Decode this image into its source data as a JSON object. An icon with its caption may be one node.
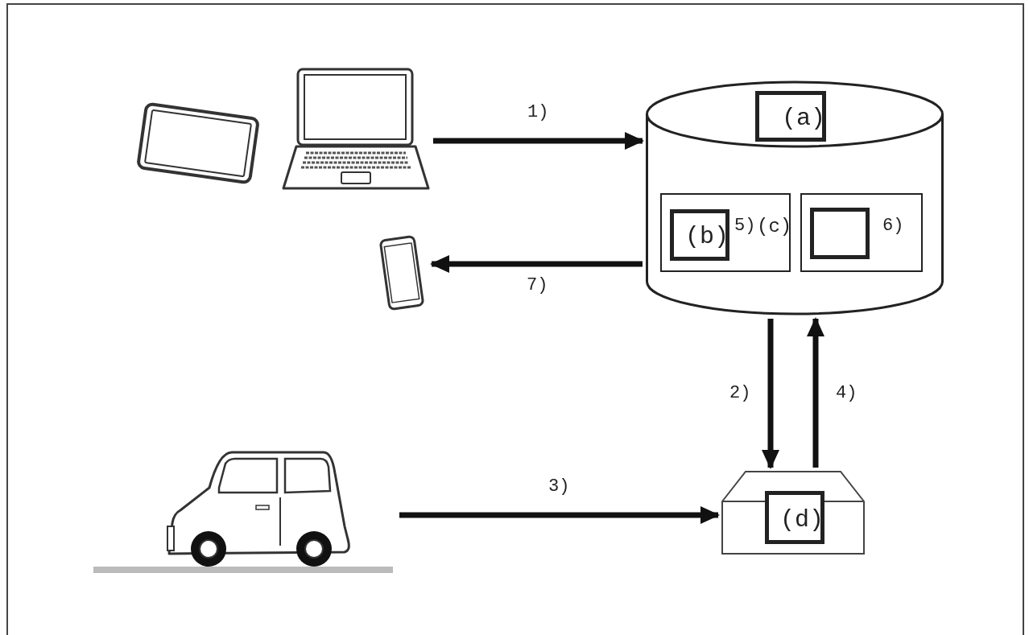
{
  "diagram": {
    "nodes": [
      {
        "text": [],
        "shape": "picture"
      },
      {
        "text": [],
        "shape": "picture"
      },
      {
        "text": [],
        "shape": "picture"
      },
      {
        "text": [],
        "shape": "picture"
      },
      {
        "text": [],
        "shape": "cylinder"
      },
      {
        "text": [
          "(a)"
        ],
        "in": 4
      },
      {
        "text": [
          "5)",
          "(c)"
        ],
        "in": 4
      },
      {
        "text": [
          "(b)"
        ],
        "in": 6
      },
      {
        "text": [
          "6)"
        ],
        "in": 4
      },
      {
        "text": [],
        "shape": "box",
        "in": 8
      },
      {
        "text": [],
        "shape": "box"
      },
      {
        "text": [
          "(d)"
        ],
        "in": 10
      }
    ],
    "edges": [
      {
        "from": 1,
        "to": 4,
        "arrow": "to",
        "label": "1)"
      },
      {
        "from": 4,
        "to": 10,
        "arrow": "to",
        "label": "2)"
      },
      {
        "from": 3,
        "to": 10,
        "arrow": "to",
        "label": "3)"
      },
      {
        "from": 10,
        "to": 4,
        "arrow": "to",
        "label": "4)"
      },
      {
        "from": 4,
        "to": 2,
        "arrow": "to",
        "label": "7)"
      }
    ]
  }
}
